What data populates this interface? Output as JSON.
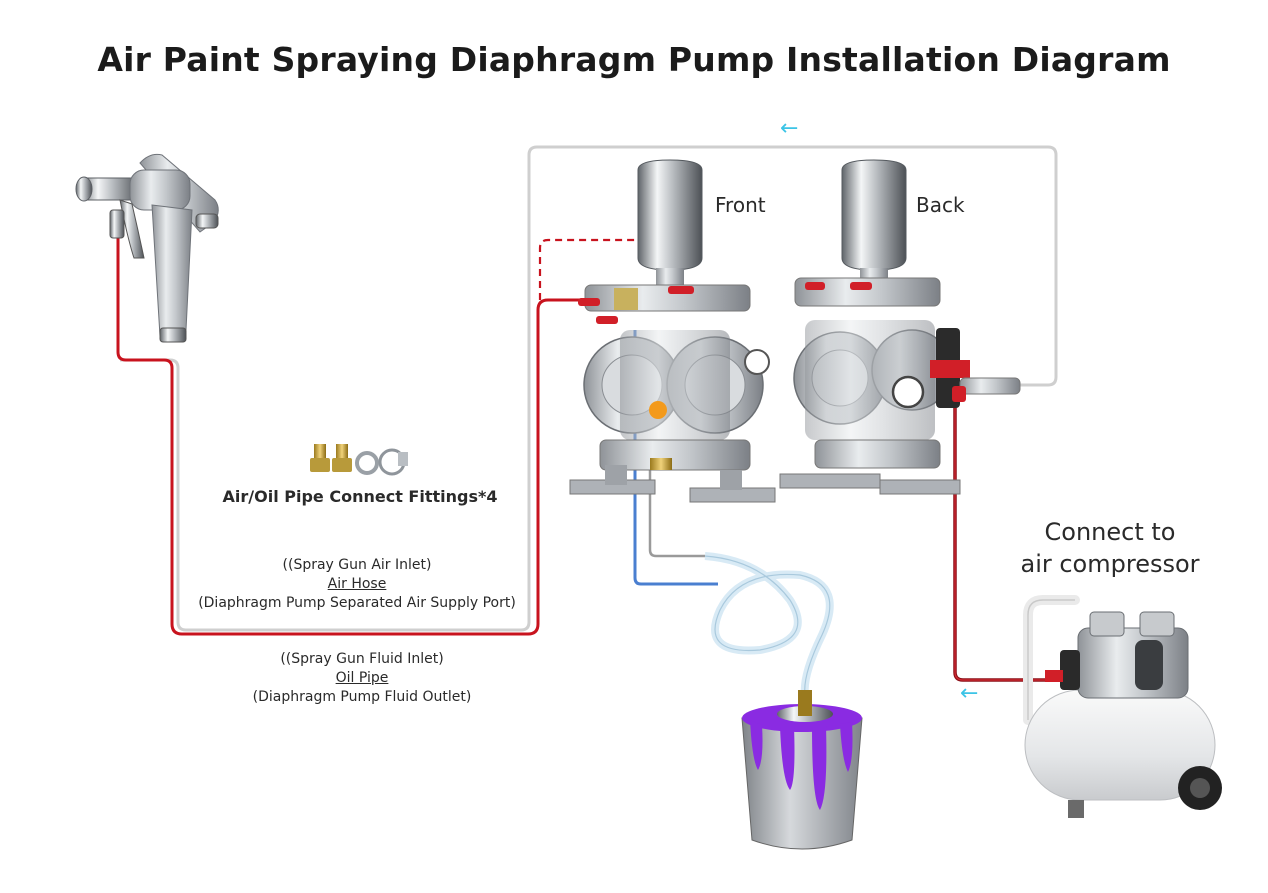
{
  "title": "Air Paint Spraying Diaphragm Pump Installation Diagram",
  "labels": {
    "front": "Front",
    "back": "Back",
    "fittings": "Air/Oil Pipe Connect Fittings*4",
    "compressor_line1": "Connect to",
    "compressor_line2": "air compressor"
  },
  "air_hose_note": {
    "line1": "((Spray Gun Air Inlet)",
    "line2": "Air Hose",
    "line3": "(Diaphragm Pump Separated Air Supply Port)"
  },
  "oil_pipe_note": {
    "line1": "((Spray Gun Fluid Inlet)",
    "line2": "Oil Pipe",
    "line3": "(Diaphragm Pump Fluid Outlet)"
  },
  "arrows": {
    "top": "←",
    "compressor": "←"
  },
  "colors": {
    "air_hose": "#cfcfcf",
    "red_line": "#c8131e",
    "fluid_line": "#4a7fd0",
    "arrow": "#3cc4e6",
    "paint": "#8a2be2"
  },
  "icons": [
    "spray-gun-icon",
    "diaphragm-pump-icon",
    "hose-fitting-icon",
    "paint-bucket-icon",
    "air-compressor-icon"
  ]
}
